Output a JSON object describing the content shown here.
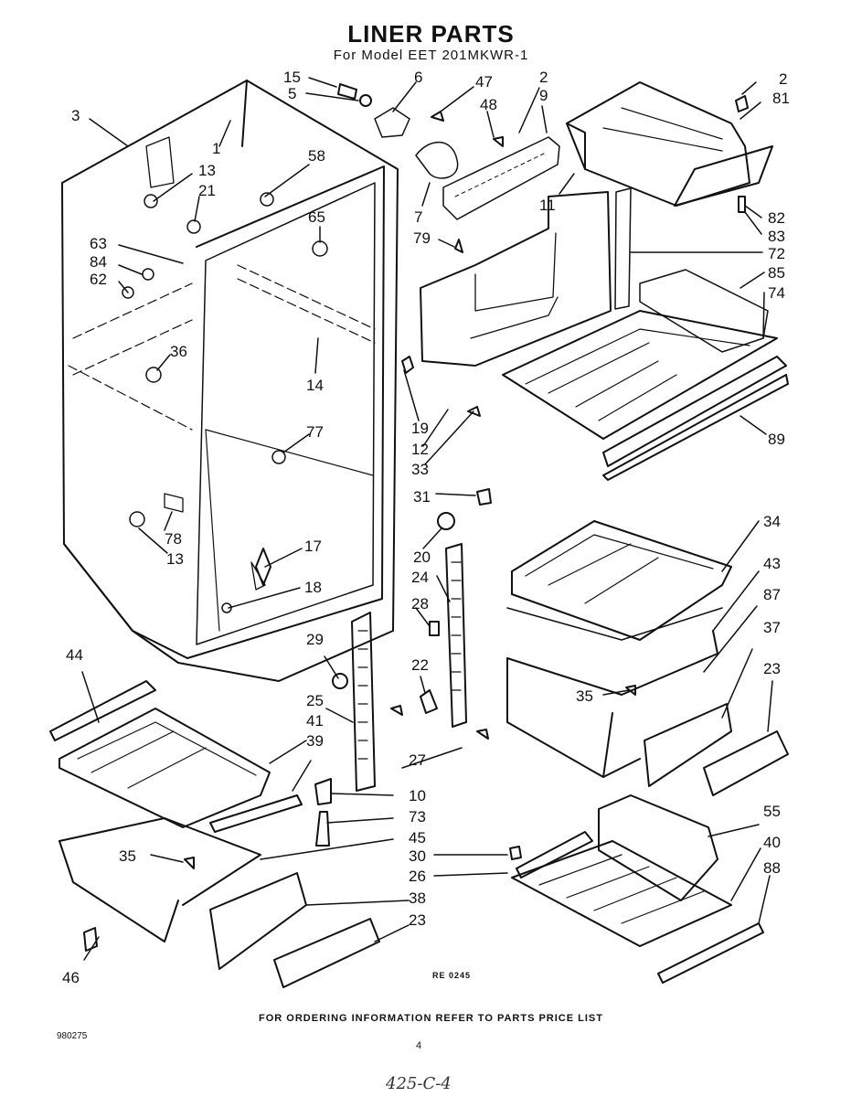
{
  "header": {
    "title": "LINER PARTS",
    "subtitle": "For Model EET 201MKWR-1"
  },
  "diagram": {
    "labels": [
      {
        "id": "15a",
        "text": "15"
      },
      {
        "id": "5",
        "text": "5"
      },
      {
        "id": "6",
        "text": "6"
      },
      {
        "id": "47",
        "text": "47"
      },
      {
        "id": "48",
        "text": "48"
      },
      {
        "id": "2a",
        "text": "2"
      },
      {
        "id": "9",
        "text": "9"
      },
      {
        "id": "2b",
        "text": "2"
      },
      {
        "id": "81",
        "text": "81"
      },
      {
        "id": "3",
        "text": "3"
      },
      {
        "id": "1",
        "text": "1"
      },
      {
        "id": "58",
        "text": "58"
      },
      {
        "id": "13a",
        "text": "13"
      },
      {
        "id": "21",
        "text": "21"
      },
      {
        "id": "65",
        "text": "65"
      },
      {
        "id": "7",
        "text": "7"
      },
      {
        "id": "11",
        "text": "11"
      },
      {
        "id": "82",
        "text": "82"
      },
      {
        "id": "83",
        "text": "83"
      },
      {
        "id": "63",
        "text": "63"
      },
      {
        "id": "79",
        "text": "79"
      },
      {
        "id": "72",
        "text": "72"
      },
      {
        "id": "84",
        "text": "84"
      },
      {
        "id": "85",
        "text": "85"
      },
      {
        "id": "62",
        "text": "62"
      },
      {
        "id": "74",
        "text": "74"
      },
      {
        "id": "36",
        "text": "36"
      },
      {
        "id": "14",
        "text": "14"
      },
      {
        "id": "19",
        "text": "19"
      },
      {
        "id": "77",
        "text": "77"
      },
      {
        "id": "12",
        "text": "12"
      },
      {
        "id": "89",
        "text": "89"
      },
      {
        "id": "33",
        "text": "33"
      },
      {
        "id": "31",
        "text": "31"
      },
      {
        "id": "78",
        "text": "78"
      },
      {
        "id": "13b",
        "text": "13"
      },
      {
        "id": "34",
        "text": "34"
      },
      {
        "id": "17",
        "text": "17"
      },
      {
        "id": "20",
        "text": "20"
      },
      {
        "id": "24",
        "text": "24"
      },
      {
        "id": "43",
        "text": "43"
      },
      {
        "id": "18",
        "text": "18"
      },
      {
        "id": "28",
        "text": "28"
      },
      {
        "id": "87",
        "text": "87"
      },
      {
        "id": "44",
        "text": "44"
      },
      {
        "id": "29",
        "text": "29"
      },
      {
        "id": "37",
        "text": "37"
      },
      {
        "id": "22",
        "text": "22"
      },
      {
        "id": "23a",
        "text": "23"
      },
      {
        "id": "25",
        "text": "25"
      },
      {
        "id": "35a",
        "text": "35"
      },
      {
        "id": "41",
        "text": "41"
      },
      {
        "id": "39",
        "text": "39"
      },
      {
        "id": "27",
        "text": "27"
      },
      {
        "id": "10",
        "text": "10"
      },
      {
        "id": "73",
        "text": "73"
      },
      {
        "id": "55",
        "text": "55"
      },
      {
        "id": "45",
        "text": "45"
      },
      {
        "id": "40",
        "text": "40"
      },
      {
        "id": "35b",
        "text": "35"
      },
      {
        "id": "30",
        "text": "30"
      },
      {
        "id": "88",
        "text": "88"
      },
      {
        "id": "26",
        "text": "26"
      },
      {
        "id": "38",
        "text": "38"
      },
      {
        "id": "23b",
        "text": "23"
      },
      {
        "id": "46",
        "text": "46"
      }
    ],
    "ref_code": "RE 0245"
  },
  "footer": {
    "ordering_note": "FOR ORDERING INFORMATION REFER TO PARTS PRICE LIST",
    "doc_number": "980275",
    "page_number": "4",
    "handwritten": "425-C-4"
  }
}
